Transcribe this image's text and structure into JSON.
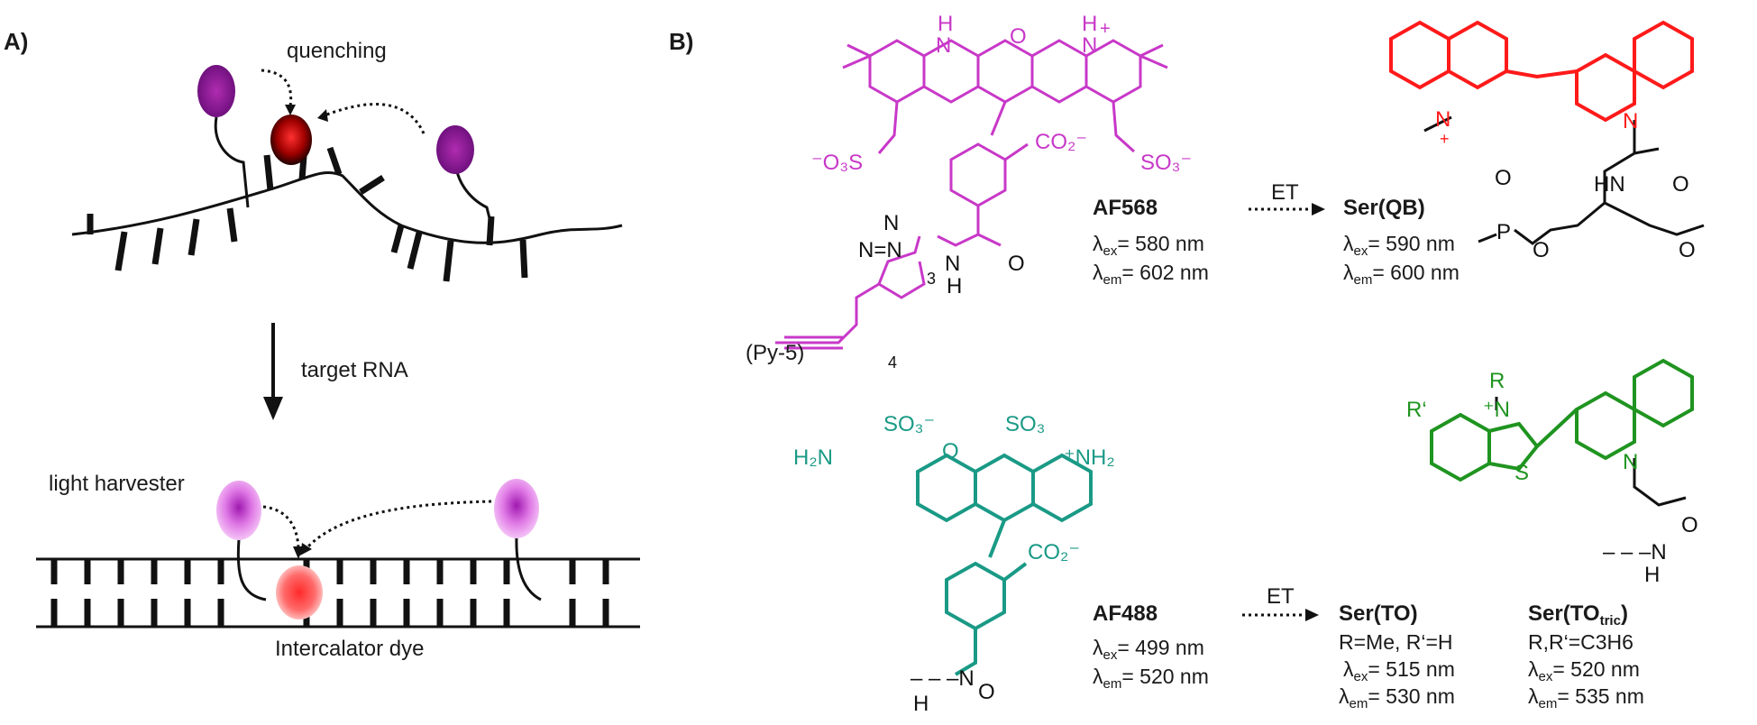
{
  "panel_a": {
    "label": "A)",
    "quenching": "quenching",
    "target": "target RNA",
    "harvester": "light harvester",
    "intercalator": "Intercalator dye"
  },
  "panel_b": {
    "label": "B)",
    "et_top": "ET",
    "et_bottom": "ET",
    "py": "(Py-5)",
    "colors": {
      "af568": "#c838c8",
      "qb": "#ff1a1a",
      "af488": "#1a9a86",
      "to": "#1f9420"
    },
    "af568": {
      "name": "AF568",
      "ex": "580 nm",
      "em": "602 nm"
    },
    "qb": {
      "name": "Ser(QB)",
      "ex": " 590 nm",
      "em": "600 nm"
    },
    "af488": {
      "name": "AF488",
      "ex": "499 nm",
      "em": "520 nm"
    },
    "to": {
      "name": "Ser(TO)",
      "r": "R=Me, R‘=H",
      "ex": "515 nm",
      "em": "530 nm"
    },
    "totric": {
      "name": "Ser(TO",
      "sub": "tric",
      "close": ")",
      "r": "R,R‘=C3H6",
      "ex": "520 nm",
      "em": "535 nm"
    }
  }
}
